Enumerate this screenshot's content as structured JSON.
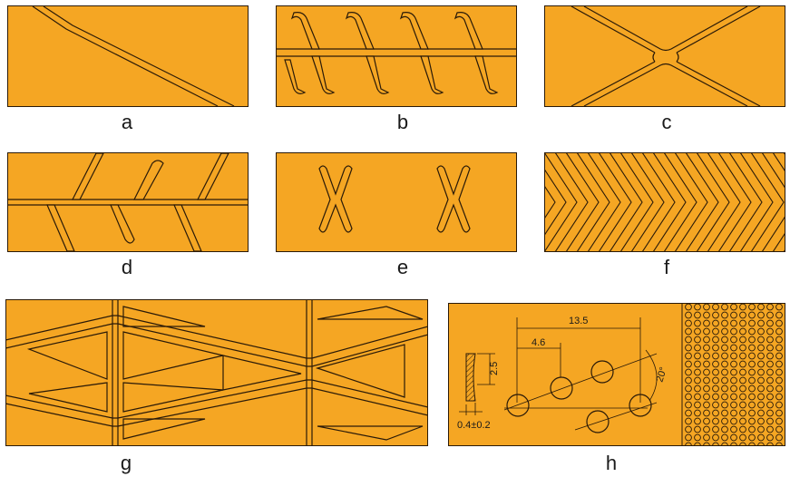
{
  "colors": {
    "panel_fill": "#f5a623",
    "groove_stroke": "#2a1a08",
    "groove_fill": "#f5a623"
  },
  "panels": [
    {
      "id": "a",
      "label": "a"
    },
    {
      "id": "b",
      "label": "b"
    },
    {
      "id": "c",
      "label": "c"
    },
    {
      "id": "d",
      "label": "d"
    },
    {
      "id": "e",
      "label": "e"
    },
    {
      "id": "f",
      "label": "f"
    },
    {
      "id": "g",
      "label": "g"
    },
    {
      "id": "h",
      "label": "h"
    }
  ],
  "dimensions_h": {
    "pitch": "13.5",
    "spacing": "4.6",
    "angle": "20°",
    "depth": "2.5",
    "width": "0.4±0.2"
  }
}
